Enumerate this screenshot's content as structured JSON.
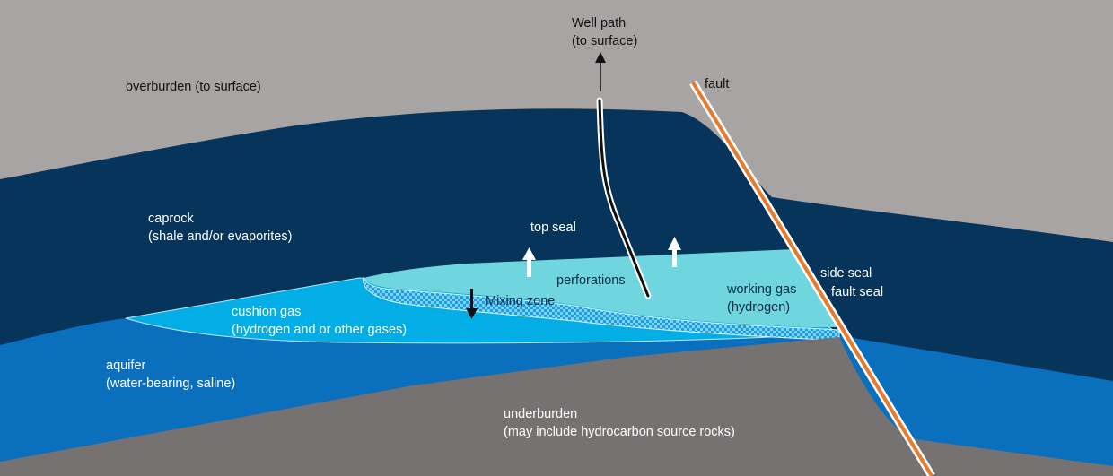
{
  "labels": {
    "well_path": "Well path",
    "well_path_sub": "(to surface)",
    "overburden": "overburden (to surface)",
    "fault": "fault",
    "caprock": "caprock",
    "caprock_sub": "(shale and/or evaporites)",
    "top_seal": "top seal",
    "perforations": "perforations",
    "side_seal": "side seal",
    "fault_seal": "fault seal",
    "working_gas": "working gas",
    "working_gas_sub": "(hydrogen)",
    "mixing_zone": "Mixing zone",
    "cushion_gas": "cushion gas",
    "cushion_gas_sub": "(hydrogen and or other gases)",
    "aquifer": "aquifer",
    "aquifer_sub": "(water-bearing, saline)",
    "underburden": "underburden",
    "underburden_sub": "(may include hydrocarbon source rocks)"
  },
  "colors": {
    "overburden": "#a8a4a3",
    "caprock": "#06345a",
    "aquifer": "#0a6fbd",
    "cushion_gas": "#03aee6",
    "working_gas": "#6fd6e0",
    "mixing_zone": "#1b9fe4",
    "underburden": "#767272",
    "fault_core": "#e87a2a",
    "fault_rim": "#ffffff"
  }
}
